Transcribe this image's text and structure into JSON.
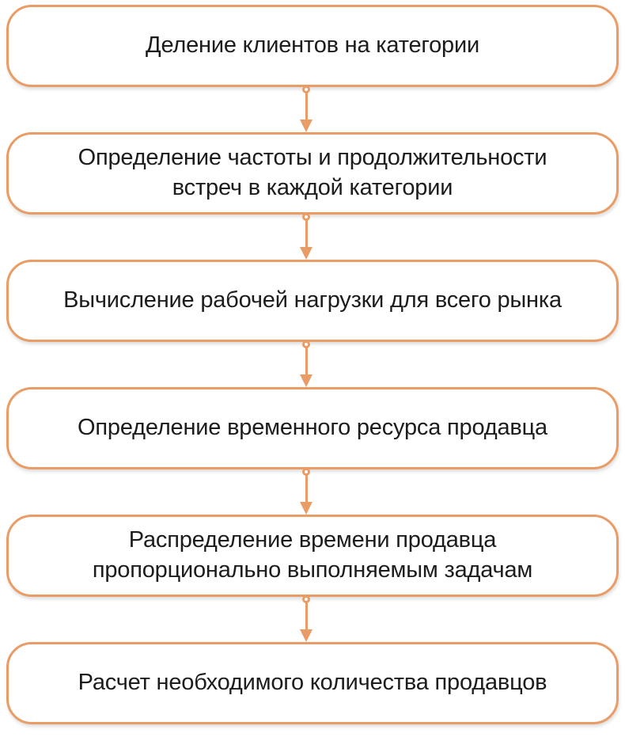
{
  "diagram": {
    "type": "flowchart",
    "direction": "top-down",
    "language": "ru",
    "colors": {
      "accent": "#EA9C66",
      "text": "#1C1C1C",
      "background": "#FFFFFF",
      "node_fill": "#FFFFFF"
    },
    "connector_style": "hollow-circle-tail-with-solid-arrowhead",
    "steps": [
      {
        "label": "Деление клиентов на категории"
      },
      {
        "label": "Определение частоты и продолжительности встреч в каждой категории"
      },
      {
        "label": "Вычисление рабочей нагрузки для всего рынка"
      },
      {
        "label": "Определение временного ресурса продавца"
      },
      {
        "label": "Распределение времени продавца пропорционально выполняемым задачам"
      },
      {
        "label": "Расчет необходимого количества продавцов"
      }
    ]
  }
}
